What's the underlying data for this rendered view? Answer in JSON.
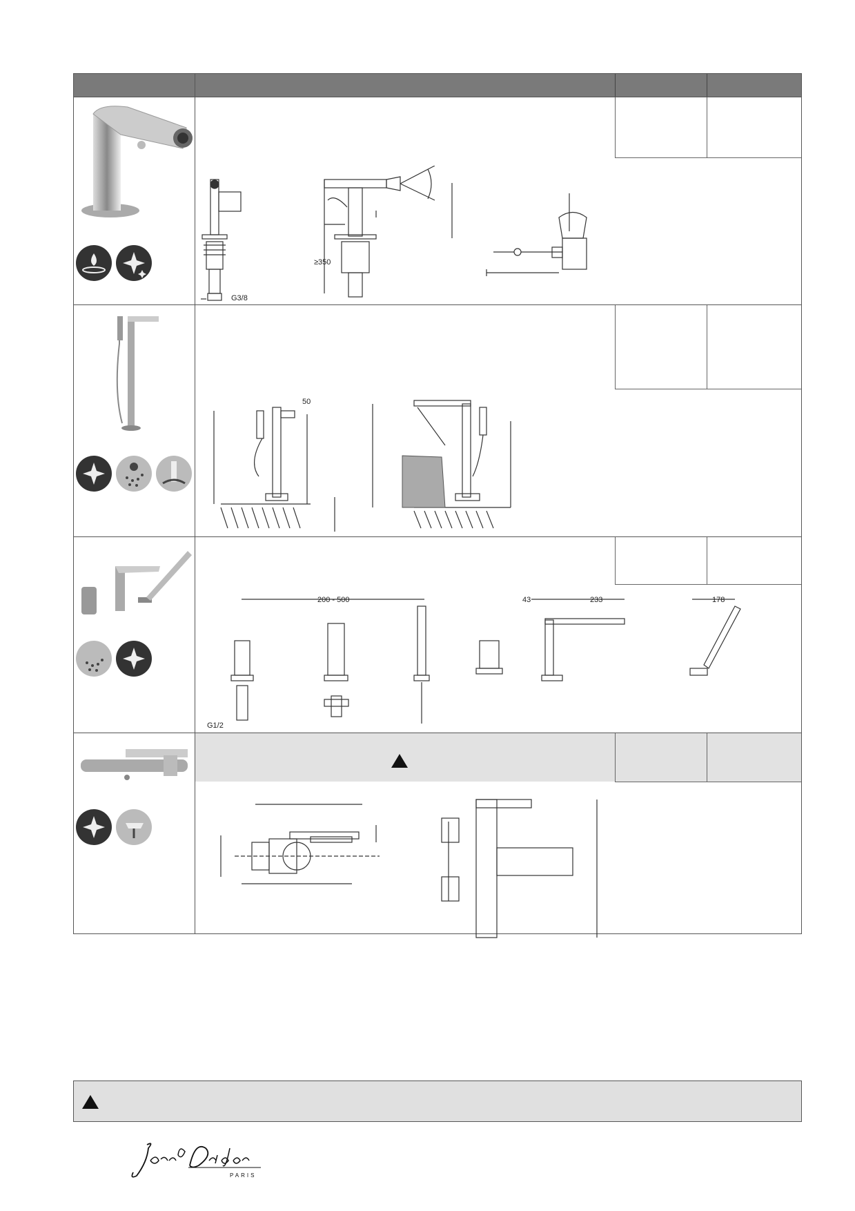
{
  "rows": [
    {
      "id": "bidet-mixer",
      "dims": {
        "thread": "G3/8",
        "min_height": "≥350"
      }
    },
    {
      "id": "floor-bath-mixer",
      "dims": {
        "offset": "50"
      }
    },
    {
      "id": "deck-bath-set",
      "dims": {
        "spacing": "200 - 500",
        "thread": "G1/2",
        "d1": "43",
        "d2": "233",
        "d3": "178"
      }
    },
    {
      "id": "thermostatic-bath-mixer",
      "dims": {}
    }
  ],
  "brand": {
    "logo_text": "Jacob Delafon",
    "logo_sub": "PARIS"
  },
  "colors": {
    "header": "#7a7a7a",
    "warning_bg": "#e0e0e0",
    "border": "#555555"
  }
}
